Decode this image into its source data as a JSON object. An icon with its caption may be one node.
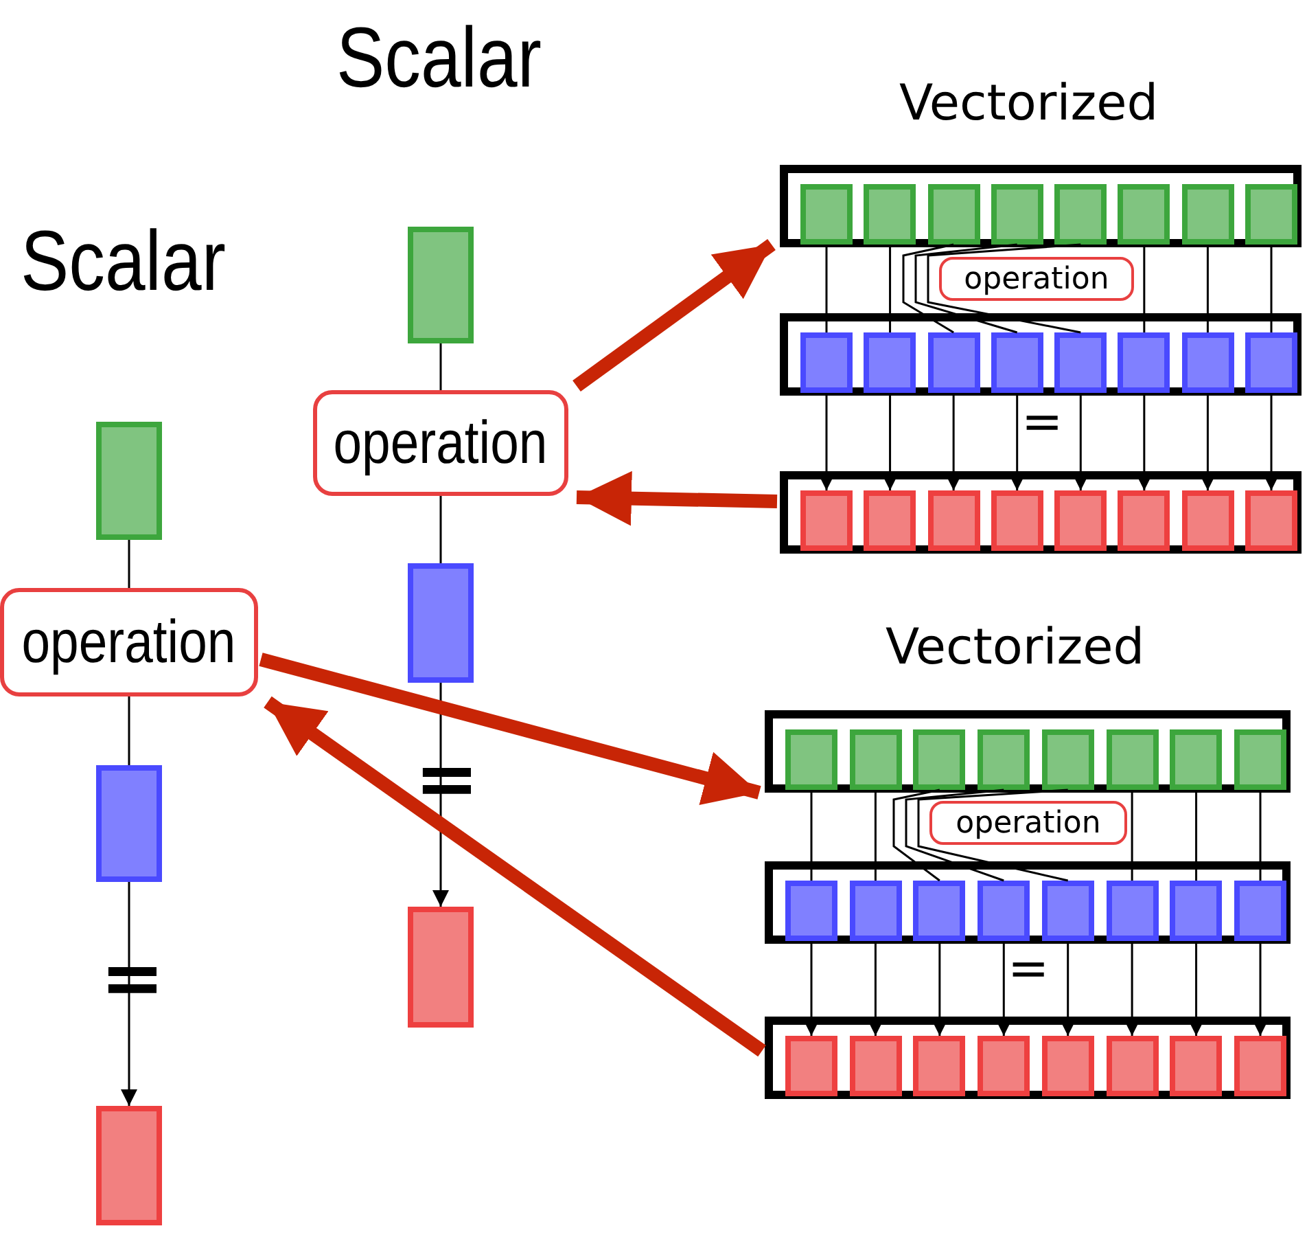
{
  "diagram": {
    "nodes": [
      {
        "text": [],
        "shape": "box"
      },
      {
        "text": [
          "operation"
        ]
      },
      {
        "text": [],
        "shape": "box"
      },
      {
        "text": [],
        "shape": "box"
      },
      {
        "text": [],
        "shape": "box"
      },
      {
        "text": [
          "operation"
        ]
      },
      {
        "text": [],
        "shape": "box"
      },
      {
        "text": [],
        "shape": "box"
      },
      {
        "text": [],
        "shape": "bar"
      },
      {
        "text": [],
        "shape": "box",
        "in": 8
      },
      {
        "text": [],
        "shape": "box",
        "in": 8
      },
      {
        "text": [],
        "shape": "box",
        "in": 8
      },
      {
        "text": [],
        "shape": "box",
        "in": 8
      },
      {
        "text": [],
        "shape": "box",
        "in": 8
      },
      {
        "text": [],
        "shape": "box",
        "in": 8
      },
      {
        "text": [],
        "shape": "box",
        "in": 8
      },
      {
        "text": [],
        "shape": "box",
        "in": 8
      },
      {
        "text": [
          "operation"
        ]
      },
      {
        "text": [],
        "shape": "bar"
      },
      {
        "text": [],
        "shape": "box",
        "in": 18
      },
      {
        "text": [],
        "shape": "box",
        "in": 18
      },
      {
        "text": [],
        "shape": "box",
        "in": 18
      },
      {
        "text": [],
        "shape": "box",
        "in": 18
      },
      {
        "text": [],
        "shape": "box",
        "in": 18
      },
      {
        "text": [],
        "shape": "box",
        "in": 18
      },
      {
        "text": [],
        "shape": "box",
        "in": 18
      },
      {
        "text": [],
        "shape": "box",
        "in": 18
      },
      {
        "text": [],
        "shape": "bar"
      },
      {
        "text": [],
        "shape": "box",
        "in": 27
      },
      {
        "text": [],
        "shape": "box",
        "in": 27
      },
      {
        "text": [],
        "shape": "box",
        "in": 27
      },
      {
        "text": [],
        "shape": "box",
        "in": 27
      },
      {
        "text": [],
        "shape": "box",
        "in": 27
      },
      {
        "text": [],
        "shape": "box",
        "in": 27
      },
      {
        "text": [],
        "shape": "box",
        "in": 27
      },
      {
        "text": [],
        "shape": "box",
        "in": 27
      },
      {
        "text": [],
        "shape": "bar"
      },
      {
        "text": [],
        "shape": "box",
        "in": 36
      },
      {
        "text": [],
        "shape": "box",
        "in": 36
      },
      {
        "text": [],
        "shape": "box",
        "in": 36
      },
      {
        "text": [],
        "shape": "box",
        "in": 36
      },
      {
        "text": [],
        "shape": "box",
        "in": 36
      },
      {
        "text": [],
        "shape": "box",
        "in": 36
      },
      {
        "text": [],
        "shape": "box",
        "in": 36
      },
      {
        "text": [],
        "shape": "box",
        "in": 36
      },
      {
        "text": [
          "operation"
        ]
      },
      {
        "text": [],
        "shape": "bar"
      },
      {
        "text": [],
        "shape": "box",
        "in": 46
      },
      {
        "text": [],
        "shape": "box",
        "in": 46
      },
      {
        "text": [],
        "shape": "box",
        "in": 46
      },
      {
        "text": [],
        "shape": "box",
        "in": 46
      },
      {
        "text": [],
        "shape": "box",
        "in": 46
      },
      {
        "text": [],
        "shape": "box",
        "in": 46
      },
      {
        "text": [],
        "shape": "box",
        "in": 46
      },
      {
        "text": [],
        "shape": "box",
        "in": 46
      },
      {
        "text": [],
        "shape": "bar"
      },
      {
        "text": [],
        "shape": "box",
        "in": 55
      },
      {
        "text": [],
        "shape": "box",
        "in": 55
      },
      {
        "text": [],
        "shape": "box",
        "in": 55
      },
      {
        "text": [],
        "shape": "box",
        "in": 55
      },
      {
        "text": [],
        "shape": "box",
        "in": 55
      },
      {
        "text": [],
        "shape": "box",
        "in": 55
      },
      {
        "text": [],
        "shape": "box",
        "in": 55
      },
      {
        "text": [],
        "shape": "box",
        "in": 55
      }
    ],
    "edges": [
      {
        "from": 0,
        "to": 1,
        "arrow": "none"
      },
      {
        "from": 1,
        "to": 2,
        "arrow": "none"
      },
      {
        "from": 2,
        "to": 3,
        "arrow": "to"
      },
      {
        "from": 4,
        "to": 5,
        "arrow": "none"
      },
      {
        "from": 5,
        "to": 6,
        "arrow": "none"
      },
      {
        "from": 6,
        "to": 7,
        "arrow": "to"
      },
      {
        "from": 9,
        "to": 19,
        "arrow": "none"
      },
      {
        "from": 19,
        "to": 28,
        "arrow": "to"
      },
      {
        "from": 10,
        "to": 20,
        "arrow": "none"
      },
      {
        "from": 20,
        "to": 29,
        "arrow": "to"
      },
      {
        "from": 11,
        "to": 21,
        "arrow": "none"
      },
      {
        "from": 21,
        "to": 30,
        "arrow": "to"
      },
      {
        "from": 12,
        "to": 22,
        "arrow": "none"
      },
      {
        "from": 22,
        "to": 31,
        "arrow": "to"
      },
      {
        "from": 13,
        "to": 23,
        "arrow": "none"
      },
      {
        "from": 23,
        "to": 32,
        "arrow": "to"
      },
      {
        "from": 14,
        "to": 24,
        "arrow": "none"
      },
      {
        "from": 24,
        "to": 33,
        "arrow": "to"
      },
      {
        "from": 15,
        "to": 25,
        "arrow": "none"
      },
      {
        "from": 25,
        "to": 34,
        "arrow": "to"
      },
      {
        "from": 16,
        "to": 26,
        "arrow": "none"
      },
      {
        "from": 26,
        "to": 35,
        "arrow": "to"
      },
      {
        "from": 37,
        "to": 47,
        "arrow": "none"
      },
      {
        "from": 47,
        "to": 56,
        "arrow": "to"
      },
      {
        "from": 38,
        "to": 48,
        "arrow": "none"
      },
      {
        "from": 48,
        "to": 57,
        "arrow": "to"
      },
      {
        "from": 39,
        "to": 49,
        "arrow": "none"
      },
      {
        "from": 49,
        "to": 58,
        "arrow": "to"
      },
      {
        "from": 40,
        "to": 50,
        "arrow": "none"
      },
      {
        "from": 50,
        "to": 59,
        "arrow": "to"
      },
      {
        "from": 41,
        "to": 51,
        "arrow": "none"
      },
      {
        "from": 51,
        "to": 60,
        "arrow": "to"
      },
      {
        "from": 42,
        "to": 52,
        "arrow": "none"
      },
      {
        "from": 52,
        "to": 61,
        "arrow": "to"
      },
      {
        "from": 43,
        "to": 53,
        "arrow": "none"
      },
      {
        "from": 53,
        "to": 62,
        "arrow": "to"
      },
      {
        "from": 44,
        "to": 54,
        "arrow": "none"
      },
      {
        "from": 54,
        "to": 63,
        "arrow": "to"
      },
      {
        "from": 5,
        "to": 8,
        "arrow": "to",
        "style": "thick",
        "color": "#c82506"
      },
      {
        "from": 27,
        "to": 5,
        "arrow": "to",
        "style": "thick",
        "color": "#c82506"
      },
      {
        "from": 1,
        "to": 36,
        "arrow": "to",
        "style": "thick",
        "color": "#c82506"
      },
      {
        "from": 55,
        "to": 1,
        "arrow": "to",
        "style": "thick",
        "color": "#c82506"
      }
    ],
    "labels": [
      "Scalar",
      "Vectorized",
      "Scalar",
      "=",
      "Vectorized",
      "=",
      "=",
      "="
    ]
  }
}
